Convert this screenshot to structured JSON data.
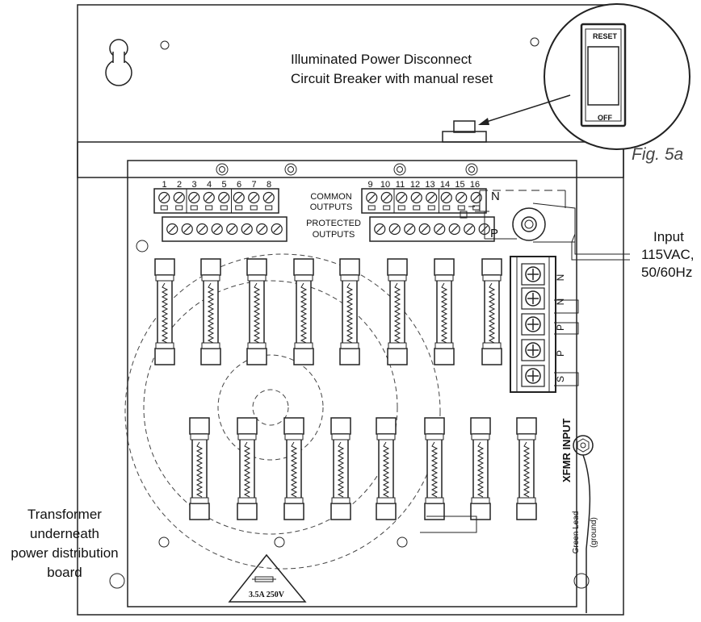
{
  "figure_label": "Fig. 5a",
  "breaker_callout": {
    "line1": "Illuminated Power Disconnect",
    "line2": "Circuit Breaker with manual reset"
  },
  "breaker_switch": {
    "top": "RESET",
    "bottom": "OFF"
  },
  "input_label": {
    "line1": "Input",
    "line2": "115VAC,",
    "line3": "50/60Hz"
  },
  "transformer_label": {
    "line1": "Transformer",
    "line2": "underneath",
    "line3": "power distribution",
    "line4": "board"
  },
  "common_outputs_label": {
    "line1": "COMMON",
    "line2": "OUTPUTS"
  },
  "protected_outputs_label": {
    "line1": "PROTECTED",
    "line2": "OUTPUTS"
  },
  "output_numbers_left": [
    "1",
    "2",
    "3",
    "4",
    "5",
    "6",
    "7",
    "8"
  ],
  "output_numbers_right": [
    "9",
    "10",
    "11",
    "12",
    "13",
    "14",
    "15",
    "16"
  ],
  "line_markers": {
    "n": "N",
    "p": "P"
  },
  "terminal_block_labels": [
    "N",
    "N",
    "P",
    "P",
    "S"
  ],
  "xfmr_label": "XFMR INPUT",
  "ground_label": {
    "line1": "Green Lead",
    "line2": "(ground)"
  },
  "fuse_rating": "3.5A 250V"
}
